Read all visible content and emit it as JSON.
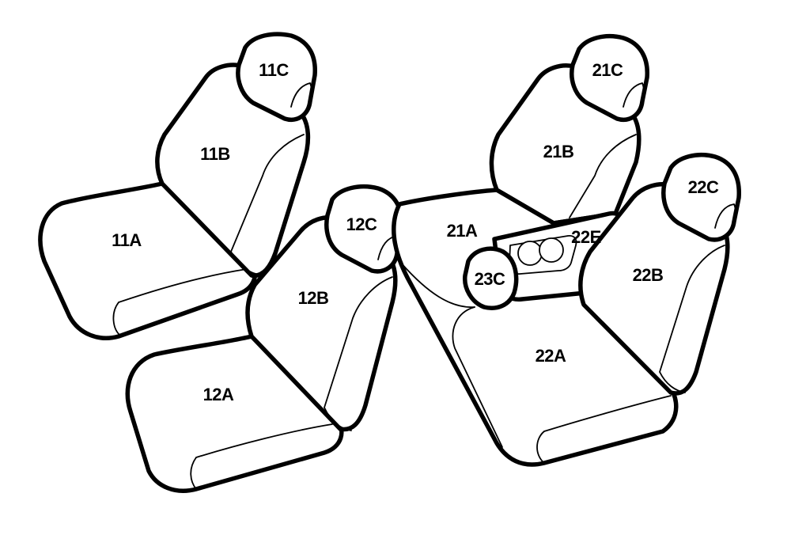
{
  "diagram": {
    "labels": {
      "l11A": "11A",
      "l11B": "11B",
      "l11C": "11C",
      "l12A": "12A",
      "l12B": "12B",
      "l12C": "12C",
      "l21A": "21A",
      "l21B": "21B",
      "l21C": "21C",
      "l22A": "22A",
      "l22B": "22B",
      "l22C": "22C",
      "l22E": "22E",
      "l23C": "23C"
    }
  }
}
